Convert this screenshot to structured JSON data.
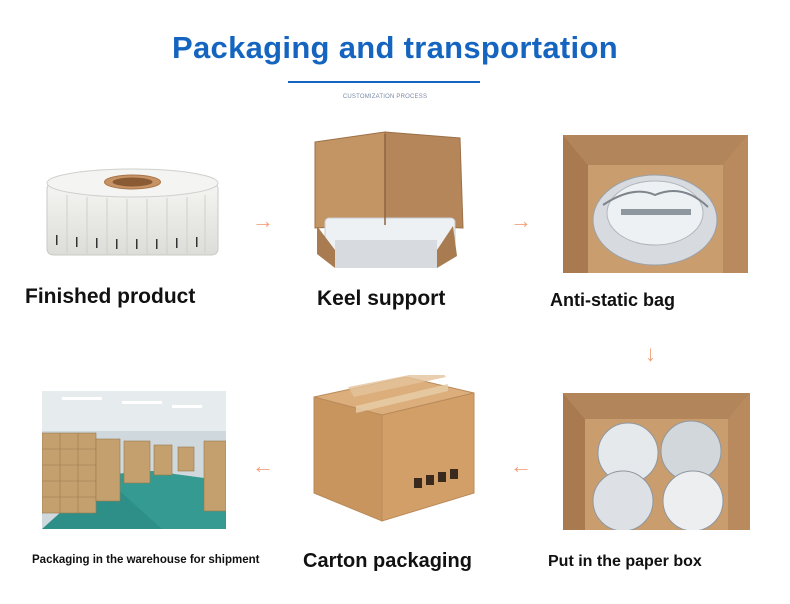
{
  "header": {
    "title": "Packaging and transportation",
    "subtitle": "CUSTOMIZATION PROCESS"
  },
  "steps": [
    {
      "label": "Finished product"
    },
    {
      "label": "Keel support"
    },
    {
      "label": "Anti-static bag"
    },
    {
      "label": "Put in the paper box"
    },
    {
      "label": "Carton packaging"
    },
    {
      "label": "Packaging in the warehouse for shipment"
    }
  ],
  "arrows": {
    "right": "→",
    "down": "↓",
    "left": "←"
  },
  "colors": {
    "title": "#1565c0",
    "arrow": "#f2a27c",
    "cardboard": "#c89a6a"
  }
}
